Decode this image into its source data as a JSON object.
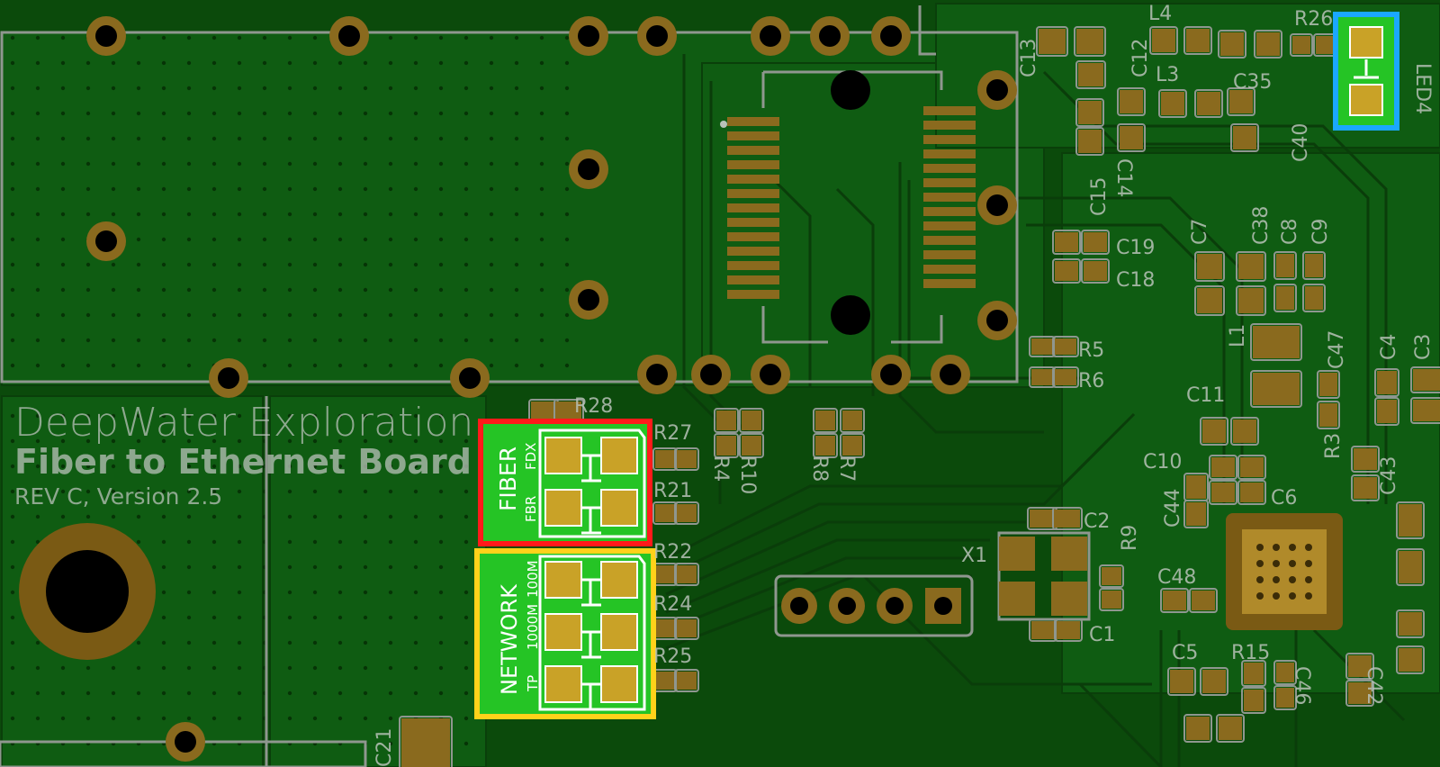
{
  "board": {
    "company": "DeepWater Exploration",
    "title": "Fiber to Ethernet Board",
    "revision": "REV C, Version 2.5"
  },
  "colors": {
    "board": "#0b4a0b",
    "copper_fill": "#0f5c12",
    "silkscreen": "#b9c2b9",
    "pad": "#c9a227",
    "via_ring": "#8a6a1e",
    "led_panel": "#25c425",
    "fiber_highlight": "#ff1a1a",
    "network_highlight": "#ffd21a",
    "led4_highlight": "#1aa8ff"
  },
  "led_panels": {
    "fiber": {
      "title": "FIBER",
      "sub_left": "FBR",
      "sub_right": "FDX"
    },
    "network": {
      "title": "NETWORK",
      "sub_left": "TP",
      "sub_mid": "1000M",
      "sub_right": "100M"
    }
  },
  "designators": {
    "L4": "L4",
    "R26": "R26",
    "C13": "C13",
    "C12": "C12",
    "L3": "L3",
    "C35": "C35",
    "LED4": "LED4",
    "C40": "C40",
    "C15": "C15",
    "C14": "C14",
    "C19": "C19",
    "C18": "C18",
    "C7": "C7",
    "C38": "C38",
    "C8": "C8",
    "C9": "C9",
    "L1": "L1",
    "C47": "C47",
    "C4": "C4",
    "C3": "C3",
    "R5": "R5",
    "R6": "R6",
    "C11": "C11",
    "R3": "R3",
    "C10": "C10",
    "C43": "C43",
    "C44": "C44",
    "C6": "C6",
    "C2": "C2",
    "R9": "R9",
    "X1": "X1",
    "C48": "C48",
    "C1": "C1",
    "C5": "C5",
    "R15": "R15",
    "C46": "C46",
    "C42": "C42",
    "R28": "R28",
    "R27": "R27",
    "R21": "R21",
    "R22": "R22",
    "R24": "R24",
    "R25": "R25",
    "R4": "R4",
    "R10": "R10",
    "R8": "R8",
    "R7": "R7",
    "C21": "C21"
  }
}
